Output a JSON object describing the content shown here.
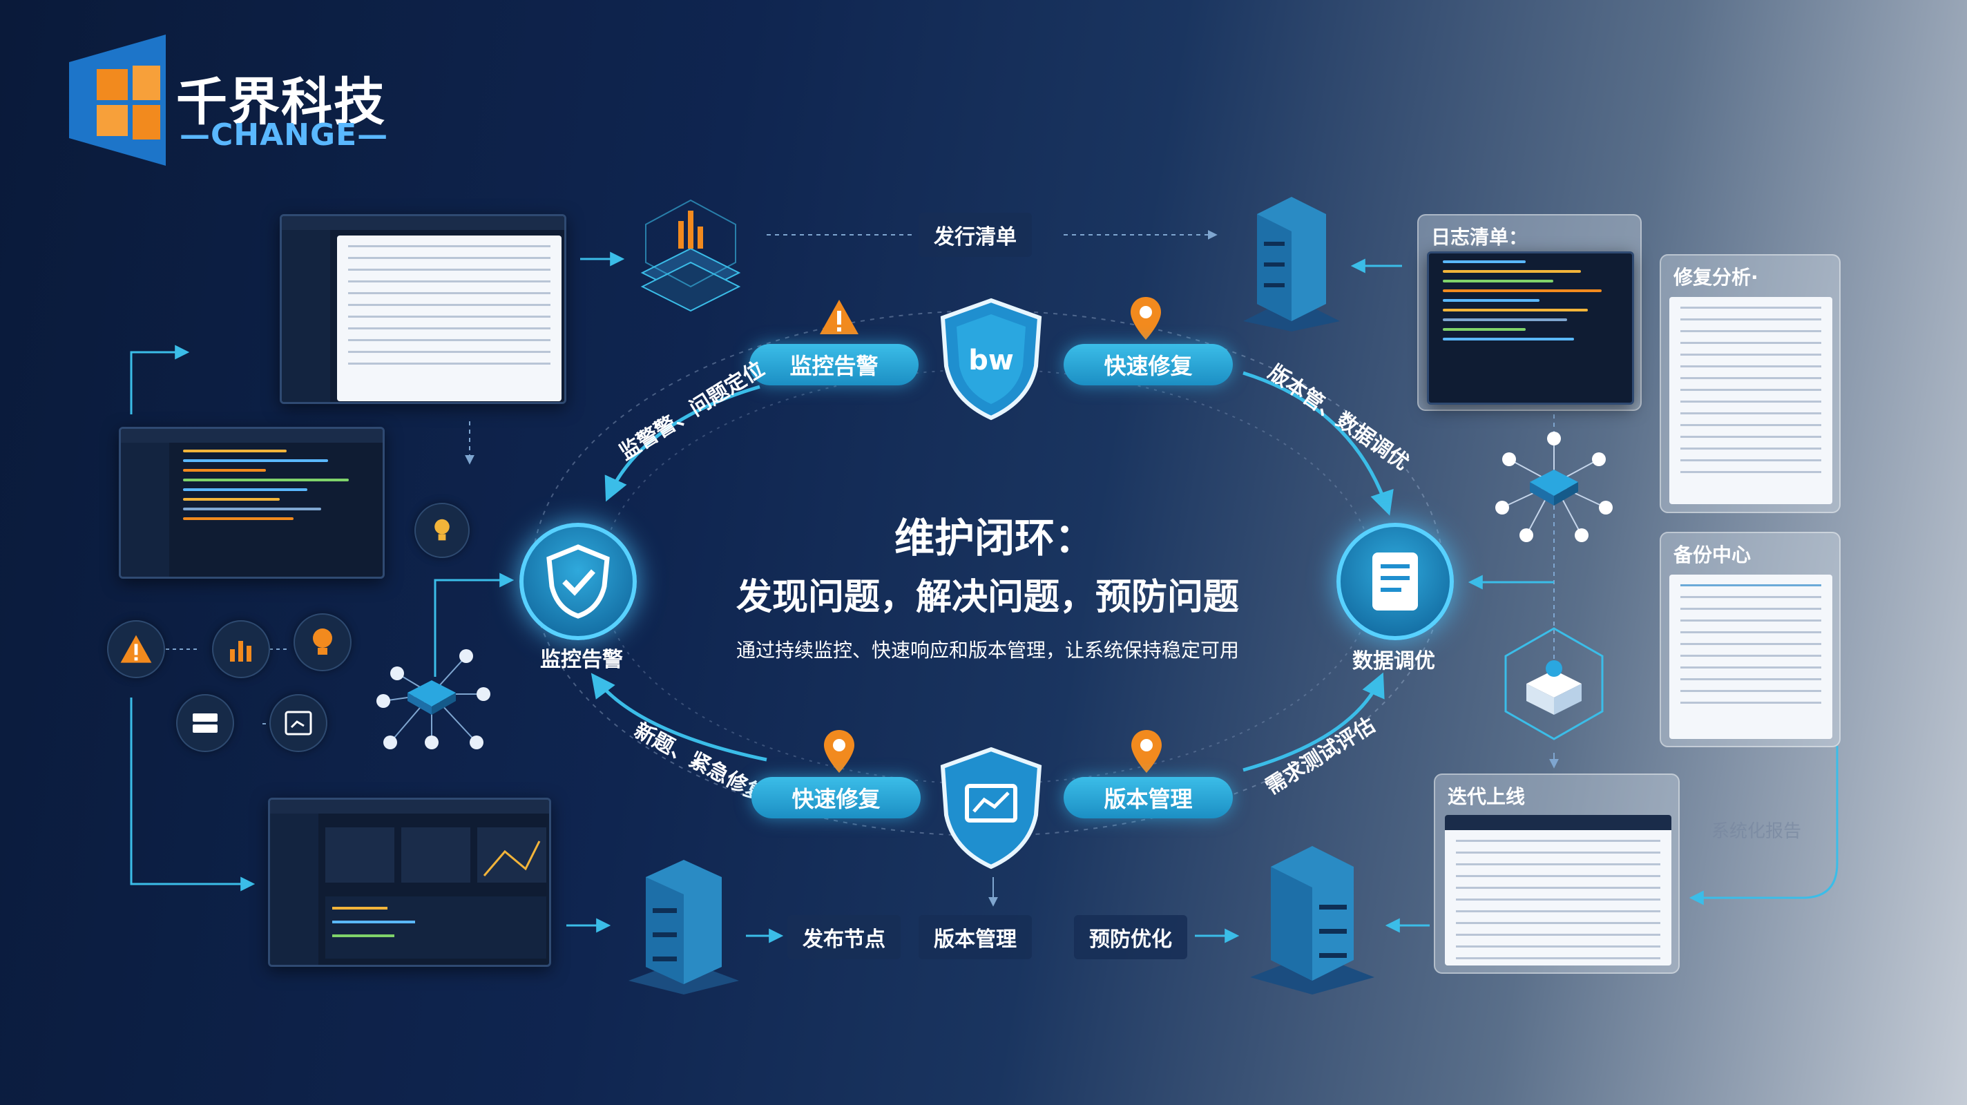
{
  "logo": {
    "title": "千界科技",
    "subtitle": "—CHANGE—"
  },
  "center": {
    "title": "维护闭环：",
    "subtitle": "发现问题，解决问题，预防问题",
    "description": "通过持续监控、快速响应和版本管理，让系统保持稳定可用"
  },
  "pills": {
    "monitor_alert": "监控告警",
    "quick_fix_top": "快速修复",
    "quick_fix_bottom": "快速修复",
    "version_mgmt": "版本管理"
  },
  "tags": {
    "top": "发行清单",
    "release_node": "发布节点",
    "version": "版本管理",
    "prevent": "预防优化"
  },
  "nodes": {
    "left_label": "监控告警",
    "right_label": "数据调优"
  },
  "arc_labels": {
    "top_left": "监警警、问题定位",
    "top_right": "版本管、数据调优",
    "bottom_left": "新题、紧急修复",
    "bottom_right": "需求测试评估"
  },
  "cards": {
    "log_list": "日志清单：",
    "repair_analysis": "修复分析·",
    "backup_center": "备份中心",
    "iterate_online": "迭代上线",
    "faint_report": "系统化报告"
  },
  "shield_top_text": "bw",
  "colors": {
    "accent": "#3bbde8",
    "glow": "#58d1ff",
    "alert": "#f28a1e",
    "bg_dark": "#0a1a3a"
  }
}
